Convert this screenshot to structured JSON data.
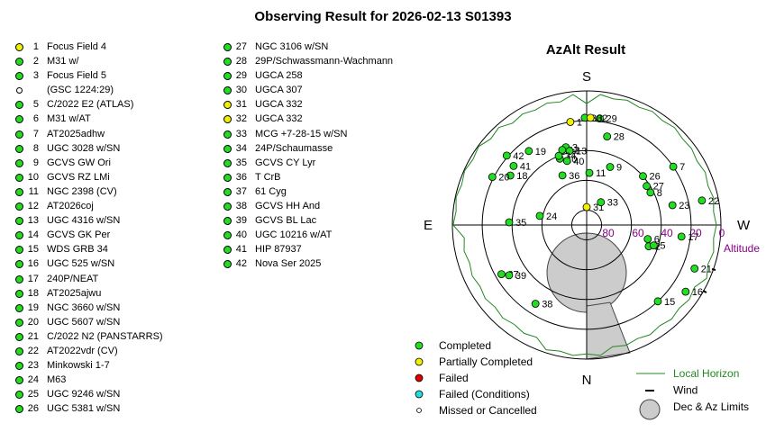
{
  "title": "Observing Result for 2026-02-13 S01393",
  "targets": [
    {
      "num": "1",
      "name": "Focus Field 4",
      "status": "partial"
    },
    {
      "num": "2",
      "name": "M31 w/",
      "status": "completed"
    },
    {
      "num": "3",
      "name": "Focus Field 5",
      "status": "completed"
    },
    {
      "num": "",
      "name": "(GSC 1224:29)",
      "status": "missed"
    },
    {
      "num": "5",
      "name": "C/2022 E2 (ATLAS)",
      "status": "completed"
    },
    {
      "num": "6",
      "name": "M31 w/AT",
      "status": "completed"
    },
    {
      "num": "7",
      "name": "AT2025adhw",
      "status": "completed"
    },
    {
      "num": "8",
      "name": "UGC 3028 w/SN",
      "status": "completed"
    },
    {
      "num": "9",
      "name": "GCVS GW Ori",
      "status": "completed"
    },
    {
      "num": "10",
      "name": "GCVS RZ LMi",
      "status": "completed"
    },
    {
      "num": "11",
      "name": "NGC 2398 (CV)",
      "status": "completed"
    },
    {
      "num": "12",
      "name": "AT2026coj",
      "status": "completed"
    },
    {
      "num": "13",
      "name": "UGC 4316 w/SN",
      "status": "completed"
    },
    {
      "num": "14",
      "name": "GCVS GK Per",
      "status": "completed"
    },
    {
      "num": "15",
      "name": "WDS GRB 34",
      "status": "completed"
    },
    {
      "num": "16",
      "name": "UGC 525 w/SN",
      "status": "completed"
    },
    {
      "num": "17",
      "name": "240P/NEAT",
      "status": "completed"
    },
    {
      "num": "18",
      "name": "AT2025ajwu",
      "status": "completed"
    },
    {
      "num": "19",
      "name": "NGC 3660 w/SN",
      "status": "completed"
    },
    {
      "num": "20",
      "name": "UGC 5607 w/SN",
      "status": "completed"
    },
    {
      "num": "21",
      "name": "C/2022 N2 (PANSTARRS)",
      "status": "completed"
    },
    {
      "num": "22",
      "name": "AT2022vdr (CV)",
      "status": "completed"
    },
    {
      "num": "23",
      "name": "Minkowski 1-7",
      "status": "completed"
    },
    {
      "num": "24",
      "name": "M63",
      "status": "completed"
    },
    {
      "num": "25",
      "name": "UGC 9246 w/SN",
      "status": "completed"
    },
    {
      "num": "26",
      "name": "UGC 5381 w/SN",
      "status": "completed"
    },
    {
      "num": "27",
      "name": "NGC 3106 w/SN",
      "status": "completed"
    },
    {
      "num": "28",
      "name": "29P/Schwassmann-Wachmann",
      "status": "completed"
    },
    {
      "num": "29",
      "name": "UGCA 258",
      "status": "completed"
    },
    {
      "num": "30",
      "name": "UGCA 307",
      "status": "completed"
    },
    {
      "num": "31",
      "name": "UGCA 332",
      "status": "partial"
    },
    {
      "num": "32",
      "name": "UGCA 332",
      "status": "partial"
    },
    {
      "num": "33",
      "name": "MCG +7-28-15 w/SN",
      "status": "completed"
    },
    {
      "num": "34",
      "name": "24P/Schaumasse",
      "status": "completed"
    },
    {
      "num": "35",
      "name": "GCVS CY Lyr",
      "status": "completed"
    },
    {
      "num": "36",
      "name": "T CrB",
      "status": "completed"
    },
    {
      "num": "37",
      "name": "61 Cyg",
      "status": "completed"
    },
    {
      "num": "38",
      "name": "GCVS HH And",
      "status": "completed"
    },
    {
      "num": "39",
      "name": "GCVS BL Lac",
      "status": "completed"
    },
    {
      "num": "40",
      "name": "UGC 10216 w/AT",
      "status": "completed"
    },
    {
      "num": "41",
      "name": "HIP 87937",
      "status": "completed"
    },
    {
      "num": "42",
      "name": "Nova Ser 2025",
      "status": "completed"
    }
  ],
  "colors": {
    "completed": "#22dd22",
    "partial": "#f0f000",
    "failed": "#e00000",
    "failed_conditions": "#22dddd",
    "missed": "#ffffff",
    "horizon": "#228822",
    "altitude_labels": "#880088",
    "limits": "#cccccc"
  },
  "chart_data": {
    "type": "polar-scatter",
    "title": "AzAlt Result",
    "directions": {
      "top": "S",
      "bottom": "N",
      "left": "E",
      "right": "W"
    },
    "altitude_ticks": [
      "80",
      "60",
      "40",
      "20",
      "0"
    ],
    "altitude_axis_label": "Altitude",
    "points": [
      {
        "label": "1",
        "az": 171,
        "alt": 20,
        "status": "partial"
      },
      {
        "label": "2",
        "az": 289,
        "alt": 46,
        "status": "completed"
      },
      {
        "label": "3",
        "az": 165,
        "alt": 36,
        "status": "completed"
      },
      {
        "label": "5",
        "az": 287,
        "alt": 43,
        "status": "completed"
      },
      {
        "label": "6",
        "az": 283,
        "alt": 48,
        "status": "completed"
      },
      {
        "label": "7",
        "az": 236,
        "alt": 20,
        "status": "completed"
      },
      {
        "label": "8",
        "az": 243,
        "alt": 42,
        "status": "completed"
      },
      {
        "label": "9",
        "az": 202,
        "alt": 48,
        "status": "completed"
      },
      {
        "label": "10",
        "az": 158,
        "alt": 42,
        "status": "completed"
      },
      {
        "label": "11",
        "az": 183,
        "alt": 55,
        "status": "completed"
      },
      {
        "label": "12",
        "az": 162,
        "alt": 37,
        "status": "completed"
      },
      {
        "label": "13",
        "az": 167,
        "alt": 39,
        "status": "completed"
      },
      {
        "label": "15",
        "az": 317,
        "alt": 20,
        "status": "completed"
      },
      {
        "label": "16",
        "az": 304,
        "alt": 10,
        "status": "completed"
      },
      {
        "label": "17",
        "az": 277,
        "alt": 26,
        "status": "completed"
      },
      {
        "label": "18",
        "az": 123,
        "alt": 29,
        "status": "completed"
      },
      {
        "label": "19",
        "az": 142,
        "alt": 27,
        "status": "completed"
      },
      {
        "label": "20",
        "az": 117,
        "alt": 19,
        "status": "completed"
      },
      {
        "label": "21",
        "az": 292,
        "alt": 12,
        "status": "completed"
      },
      {
        "label": "22",
        "az": 258,
        "alt": 11,
        "status": "completed"
      },
      {
        "label": "23",
        "az": 257,
        "alt": 31,
        "status": "completed"
      },
      {
        "label": "24",
        "az": 101,
        "alt": 58,
        "status": "completed"
      },
      {
        "label": "26",
        "az": 229,
        "alt": 40,
        "status": "completed"
      },
      {
        "label": "27",
        "az": 237,
        "alt": 42,
        "status": "completed"
      },
      {
        "label": "28",
        "az": 193,
        "alt": 29,
        "status": "completed"
      },
      {
        "label": "29",
        "az": 187,
        "alt": 18,
        "status": "completed"
      },
      {
        "label": "30",
        "az": 179,
        "alt": 18,
        "status": "completed"
      },
      {
        "label": "31",
        "az": 180,
        "alt": 78,
        "status": "partial"
      },
      {
        "label": "32",
        "az": 182,
        "alt": 18,
        "status": "partial"
      },
      {
        "label": "33",
        "az": 212,
        "alt": 72,
        "status": "completed"
      },
      {
        "label": "34",
        "az": 158,
        "alt": 40,
        "status": "completed"
      },
      {
        "label": "35",
        "az": 92,
        "alt": 38,
        "status": "completed"
      },
      {
        "label": "36",
        "az": 154,
        "alt": 53,
        "status": "completed"
      },
      {
        "label": "37",
        "az": 60,
        "alt": 24,
        "status": "completed"
      },
      {
        "label": "38",
        "az": 33,
        "alt": 27,
        "status": "completed"
      },
      {
        "label": "39",
        "az": 57,
        "alt": 28,
        "status": "completed"
      },
      {
        "label": "40",
        "az": 163,
        "alt": 45,
        "status": "completed"
      },
      {
        "label": "41",
        "az": 129,
        "alt": 27,
        "status": "completed"
      },
      {
        "label": "42",
        "az": 131,
        "alt": 19,
        "status": "completed"
      }
    ]
  },
  "legend": [
    {
      "label": "Completed",
      "status": "completed"
    },
    {
      "label": "Partially Completed",
      "status": "partial"
    },
    {
      "label": "Failed",
      "status": "failed"
    },
    {
      "label": "Failed (Conditions)",
      "status": "failed_conditions"
    },
    {
      "label": "Missed or Cancelled",
      "status": "missed"
    }
  ],
  "legend2": [
    {
      "label": "Local Horizon",
      "kind": "line"
    },
    {
      "label": "Wind",
      "kind": "tick"
    },
    {
      "label": "Dec & Az Limits",
      "kind": "disk"
    }
  ]
}
